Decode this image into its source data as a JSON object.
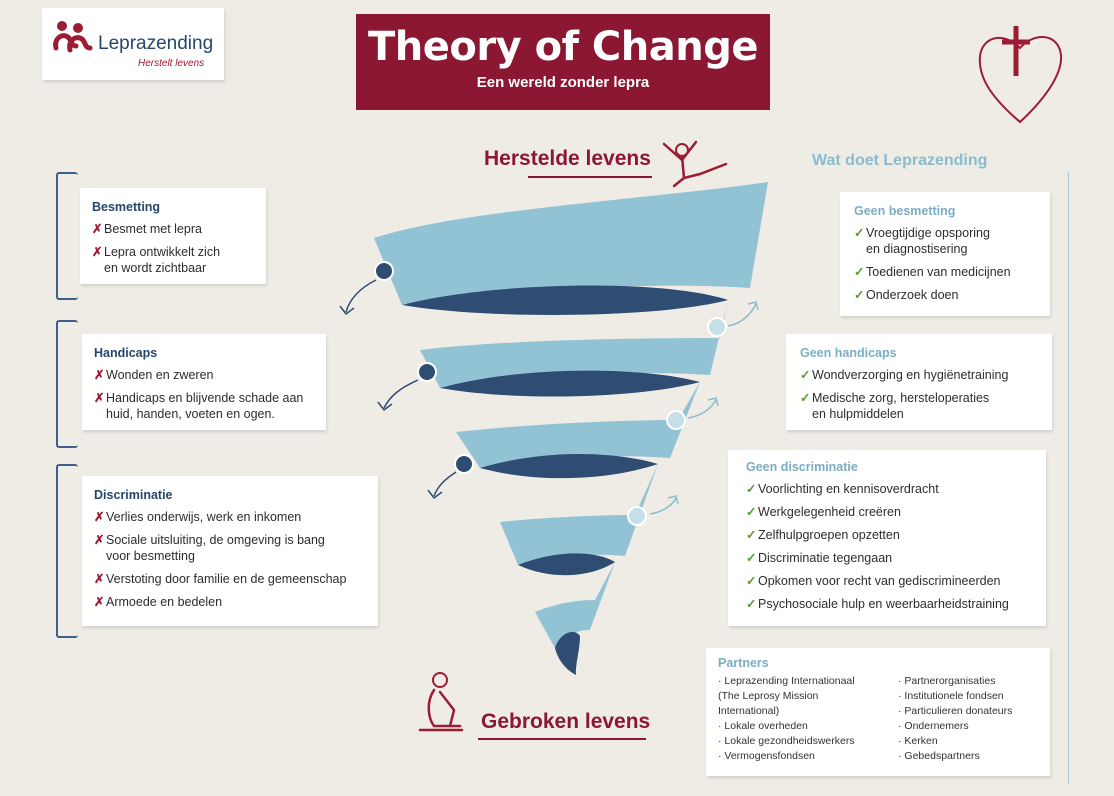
{
  "logo": {
    "name": "Leprazending",
    "tagline": "Herstelt levens"
  },
  "header": {
    "title": "Theory of Change",
    "subtitle": "Een wereld zonder lepra"
  },
  "labels": {
    "top": "Herstelde levens",
    "bottom": "Gebroken levens",
    "right_heading": "Wat doet Leprazending"
  },
  "problems": [
    {
      "title": "Besmetting",
      "items": [
        "Besmet met lepra",
        "Lepra ontwikkelt zich\nen wordt zichtbaar"
      ]
    },
    {
      "title": "Handicaps",
      "items": [
        "Wonden en zweren",
        "Handicaps en blijvende schade aan\nhuid, handen, voeten en ogen."
      ]
    },
    {
      "title": "Discriminatie",
      "items": [
        "Verlies onderwijs, werk en inkomen",
        "Sociale uitsluiting, de omgeving is bang\nvoor besmetting",
        "Verstoting door familie en de gemeenschap",
        "Armoede en bedelen"
      ]
    }
  ],
  "solutions": [
    {
      "title": "Geen besmetting",
      "items": [
        "Vroegtijdige opsporing\nen diagnostisering",
        "Toedienen van medicijnen",
        "Onderzoek doen"
      ]
    },
    {
      "title": "Geen handicaps",
      "items": [
        "Wondverzorging en hygiënetraining",
        "Medische zorg, hersteloperaties\nen hulpmiddelen"
      ]
    },
    {
      "title": "Geen discriminatie",
      "items": [
        "Voorlichting en kennisoverdracht",
        "Werkgelegenheid creëren",
        "Zelfhulpgroepen opzetten",
        "Discriminatie tegengaan",
        "Opkomen voor recht van gediscrimineerden",
        "Psychosociale hulp en weerbaarheidstraining"
      ]
    }
  ],
  "partners": {
    "title": "Partners",
    "col1": [
      "· Leprazending Internationaal\n(The Leprosy Mission\nInternational)",
      "· Lokale overheden",
      "· Lokale gezondheidswerkers",
      "· Vermogensfondsen"
    ],
    "col2": [
      "· Partnerorganisaties",
      "· Institutionele fondsen",
      "· Particulieren donateurs",
      "· Ondernemers",
      "· Kerken",
      "· Gebedspartners"
    ]
  },
  "colors": {
    "crimson": "#8c1733",
    "navy": "#26466d",
    "light_blue": "#92c3d5",
    "dark_blue": "#2f4d72",
    "check_green": "#5c9a3c"
  }
}
